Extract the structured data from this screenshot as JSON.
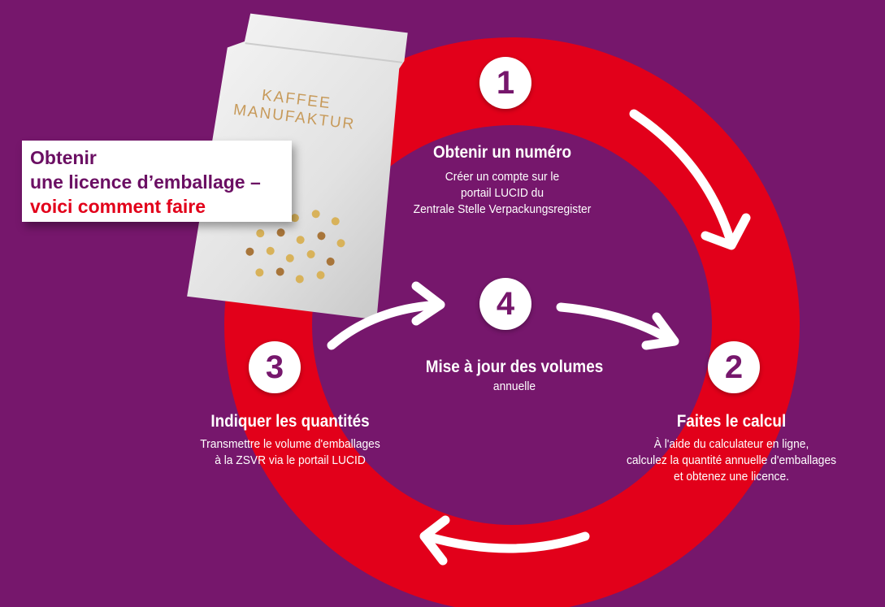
{
  "title": {
    "line1": "Obtenir",
    "line2": "une licence d’emballage –",
    "line3": "voici comment faire"
  },
  "bag": {
    "brand_line1": "KAFFEE",
    "brand_line2": "MANUFAKTUR"
  },
  "steps": [
    {
      "number": "1",
      "heading": "Obtenir un numéro",
      "lines": [
        "Créer un compte sur le",
        "portail LUCID du",
        "Zentrale Stelle Verpackungsregister"
      ]
    },
    {
      "number": "2",
      "heading": "Faites le calcul",
      "lines": [
        "À l'aide du calculateur en ligne,",
        "calculez la quantité annuelle d'emballages",
        "et obtenez une licence."
      ]
    },
    {
      "number": "3",
      "heading": "Indiquer les quantités",
      "lines": [
        "Transmettre le volume d'emballages",
        "à la ZSVR via le portail LUCID"
      ]
    },
    {
      "number": "4",
      "heading": "Mise à jour des volumes",
      "lines": [
        "annuelle"
      ]
    }
  ],
  "colors": {
    "background": "#76176c",
    "ring": "#e2001a",
    "accent_purple": "#6b0f63"
  }
}
